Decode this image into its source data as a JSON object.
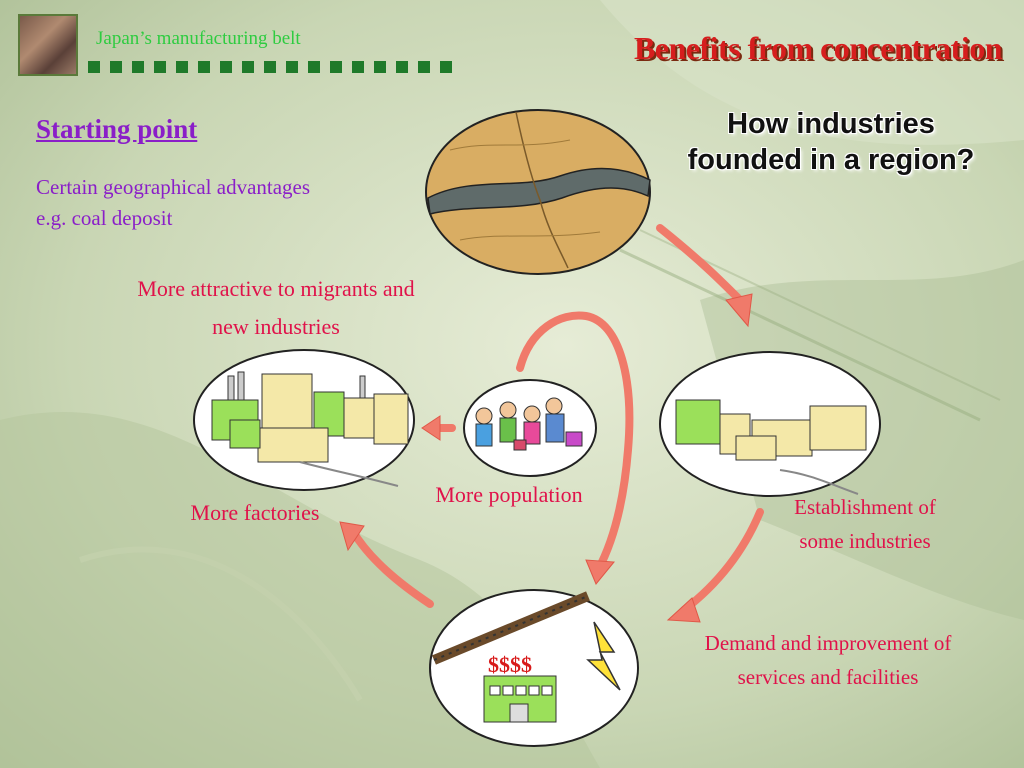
{
  "header": {
    "subtitle": "Japan’s manufacturing belt",
    "title": "Benefits from concentration"
  },
  "question": {
    "line1": "How industries",
    "line2": "founded in a region?"
  },
  "starting": {
    "heading": "Starting point",
    "line1": "Certain geographical advantages",
    "line2": "e.g. coal deposit"
  },
  "labels": {
    "attractive_line1": "More attractive  to migrants and",
    "attractive_line2": "new industries",
    "factories": "More factories",
    "population": "More population",
    "establishment_line1": "Establishment of",
    "establishment_line2": "some industries",
    "demand_line1": "Demand and improvement of",
    "demand_line2": "services and facilities",
    "money": "$$$$"
  },
  "colors": {
    "arrow": "#f07a6a",
    "arrow_stroke": "#e05848",
    "label": "#e0124a",
    "purple": "#8a1ec8",
    "title_red": "#d61e1e",
    "subtitle_green": "#2ecc40"
  }
}
